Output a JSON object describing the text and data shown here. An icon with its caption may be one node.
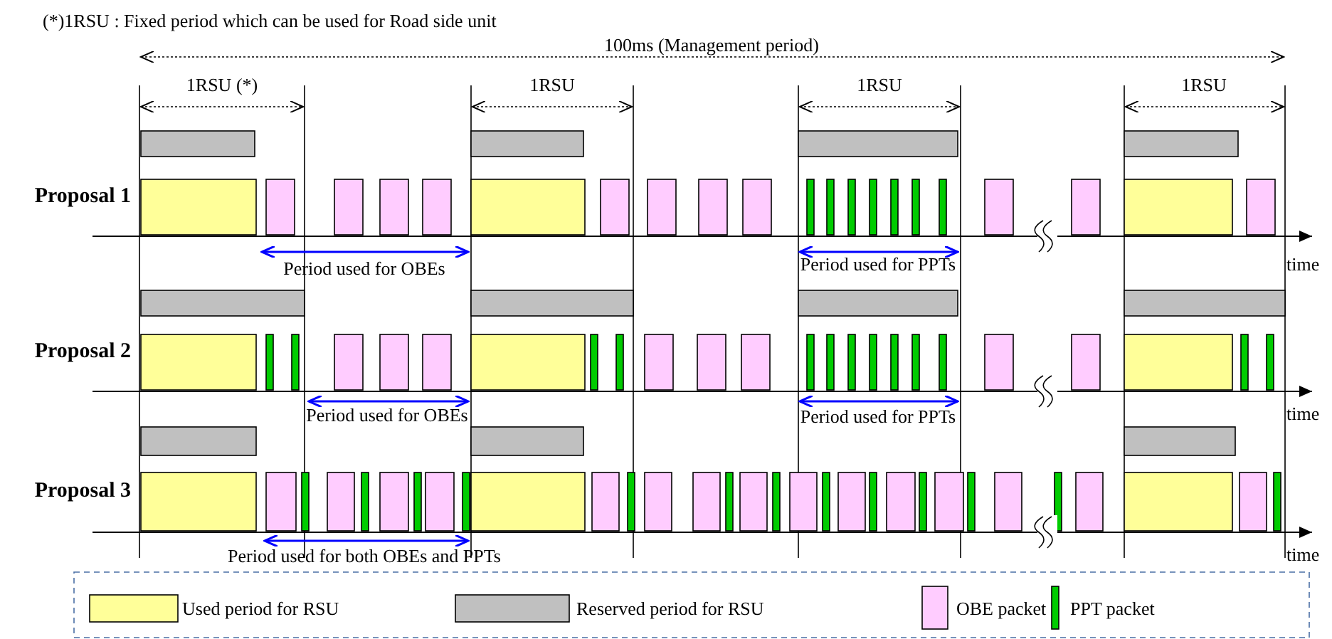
{
  "diagram": {
    "labels": [
      "(*)1RSU : Fixed period which can be used for Road side unit",
      "100ms (Management period)",
      "1RSU (*)",
      "1RSU",
      "1RSU",
      "1RSU",
      "Proposal 1",
      "Period used for OBEs",
      "Period used for PPTs",
      "time",
      "Proposal 2",
      "Period used for OBEs",
      "Period used for PPTs",
      "time",
      "Proposal 3",
      "Period used for both OBEs and PPTs",
      "time"
    ],
    "legend": [
      {
        "text": "Used period for RSU",
        "color": "#ffff99"
      },
      {
        "text": "Reserved period for RSU",
        "color": "#c0c0c0"
      },
      {
        "text": "OBE packet",
        "color": "#ffccff"
      },
      {
        "text": "PPT packet",
        "color": "#00cc00"
      }
    ]
  }
}
